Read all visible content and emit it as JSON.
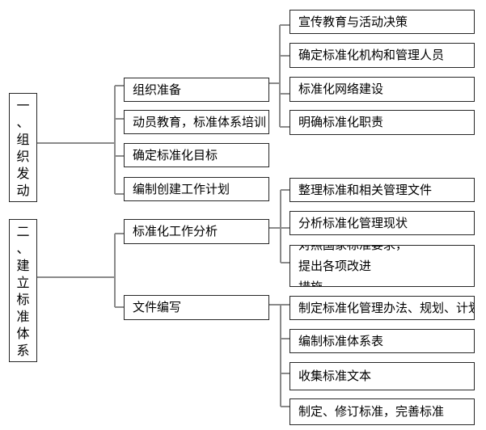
{
  "palette": {
    "background": "#ffffff",
    "box_border": "#262626",
    "box_fill": "#ffffff",
    "connector_line": "#8a8a8a",
    "text": "#000000"
  },
  "left_column": [
    {
      "text": "一、组织发动"
    },
    {
      "text": "二、建立标准体系"
    }
  ],
  "middle_column": [
    {
      "text": "组织准备"
    },
    {
      "text": "动员教育，标准体系培训"
    },
    {
      "text": "确定标准化目标"
    },
    {
      "text": "编制创建工作计划"
    },
    {
      "text": "标准化工作分析"
    },
    {
      "text": "文件编写"
    }
  ],
  "right_column": [
    {
      "text": "宣传教育与活动决策"
    },
    {
      "text": "确定标准化机构和管理人员"
    },
    {
      "text": "标准化网络建设"
    },
    {
      "text": "明确标准化职责"
    },
    {
      "text": "整理标准和相关管理文件"
    },
    {
      "text": "分析标准化管理现状"
    },
    {
      "text": "对照国家标准要求，提出各项改进\n措施"
    },
    {
      "text": "制定标准化管理办法、规划、计划"
    },
    {
      "text": "编制标准体系表"
    },
    {
      "text": "收集标准文本"
    },
    {
      "text": "制定、修订标准，完善标准"
    }
  ],
  "hierarchy": [
    {
      "parent": "一、组织发动",
      "children": [
        "组织准备",
        "动员教育，标准体系培训",
        "确定标准化目标",
        "编制创建工作计划"
      ]
    },
    {
      "parent": "组织准备",
      "children": [
        "宣传教育与活动决策",
        "确定标准化机构和管理人员",
        "标准化网络建设",
        "明确标准化职责"
      ]
    },
    {
      "parent": "二、建立标准体系",
      "children": [
        "标准化工作分析",
        "文件编写"
      ]
    },
    {
      "parent": "标准化工作分析",
      "children": [
        "整理标准和相关管理文件",
        "分析标准化管理现状",
        "对照国家标准要求，提出各项改进措施"
      ]
    },
    {
      "parent": "文件编写",
      "children": [
        "制定标准化管理办法、规划、计划",
        "编制标准体系表",
        "收集标准文本",
        "制定、修订标准，完善标准"
      ]
    }
  ]
}
